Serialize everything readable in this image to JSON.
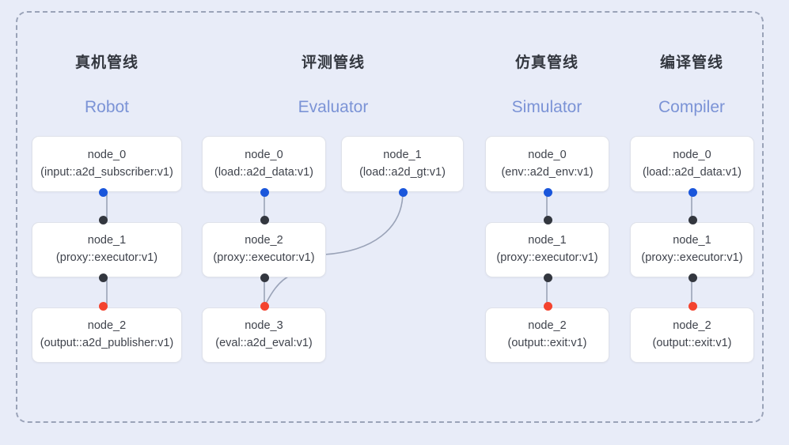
{
  "frame": {
    "style": "dashed-rounded-container"
  },
  "colors": {
    "background": "#e8ecf8",
    "frame_border": "#9aa3b8",
    "node_bg": "#ffffff",
    "node_border": "#dfe2ea",
    "title_cn": "#33373f",
    "title_en": "#7b93d6",
    "port_blue": "#1a56db",
    "port_black": "#33373f",
    "port_red": "#f4432e",
    "edge": "#9aa3b8"
  },
  "columns": [
    {
      "title_cn": "真机管线",
      "title_en": "Robot",
      "nodes": [
        {
          "name": "node_0",
          "type": "(input::a2d_subscriber:v1)"
        },
        {
          "name": "node_1",
          "type": "(proxy::executor:v1)"
        },
        {
          "name": "node_2",
          "type": "(output::a2d_publisher:v1)"
        }
      ]
    },
    {
      "title_cn": "评测管线",
      "title_en": "Evaluator",
      "nodes": [
        {
          "name": "node_0",
          "type": "(load::a2d_data:v1)"
        },
        {
          "name": "node_1",
          "type": "(load::a2d_gt:v1)"
        },
        {
          "name": "node_2",
          "type": "(proxy::executor:v1)"
        },
        {
          "name": "node_3",
          "type": "(eval::a2d_eval:v1)"
        }
      ]
    },
    {
      "title_cn": "仿真管线",
      "title_en": "Simulator",
      "nodes": [
        {
          "name": "node_0",
          "type": "(env::a2d_env:v1)"
        },
        {
          "name": "node_1",
          "type": "(proxy::executor:v1)"
        },
        {
          "name": "node_2",
          "type": "(output::exit:v1)"
        }
      ]
    },
    {
      "title_cn": "编译管线",
      "title_en": "Compiler",
      "nodes": [
        {
          "name": "node_0",
          "type": "(load::a2d_data:v1)"
        },
        {
          "name": "node_1",
          "type": "(proxy::executor:v1)"
        },
        {
          "name": "node_2",
          "type": "(output::exit:v1)"
        }
      ]
    }
  ]
}
